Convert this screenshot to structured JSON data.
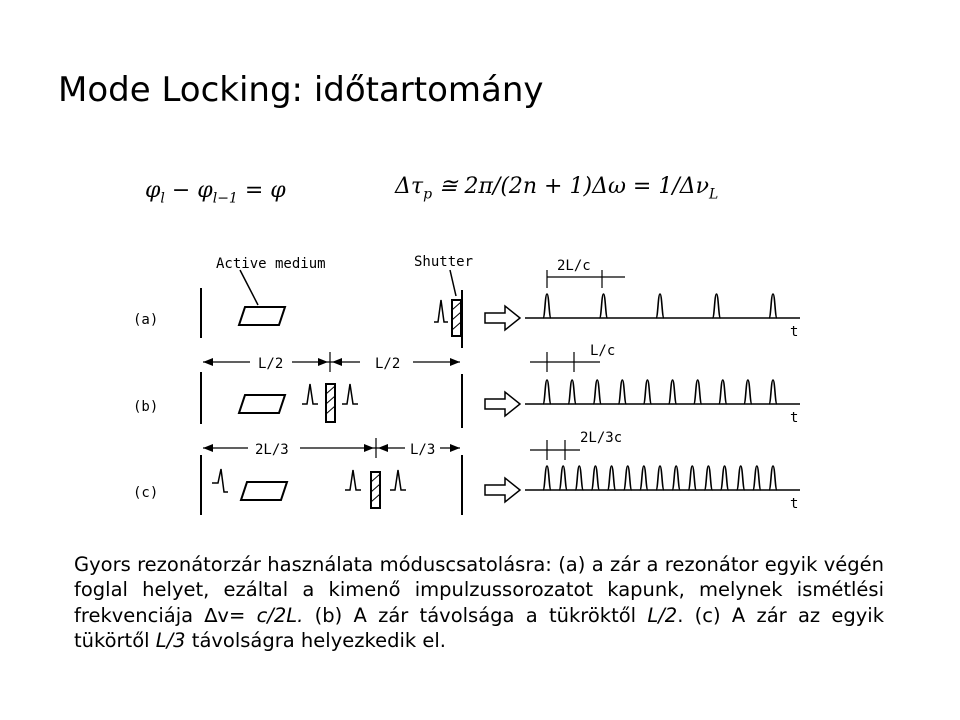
{
  "title": "Mode Locking: időtartomány",
  "formulas": {
    "phase": "φl − φl−1 = φ",
    "pulse_width": "Δτp ≅ 2π/(2n + 1)Δω = 1/ΔνL"
  },
  "diagram": {
    "active_medium": "Active medium",
    "shutter": "Shutter",
    "rows": [
      {
        "label": "(a)",
        "spacing_label": "2L/c",
        "axis": "t",
        "pulses": 5
      },
      {
        "label": "(b)",
        "spacing_label": "L/c",
        "axis": "t",
        "pulses": 10,
        "dist_left": "L/2",
        "dist_right": "L/2"
      },
      {
        "label": "(c)",
        "spacing_label": "2L/3c",
        "axis": "t",
        "pulses": 15,
        "dist_left": "2L/3",
        "dist_right": "L/3"
      }
    ]
  },
  "caption": {
    "p1": "Gyors rezonátorzár használata móduscsatolásra: (a) a zár a rezonátor egyik végén foglal helyet, ezáltal a kimenő impulzussorozatot kapunk, melynek ismétlési frekvenciája ",
    "delta": "∆",
    "p2": "v= ",
    "c2l": "c/2L.",
    "p3": " (b) A zár távolsága a tükröktől ",
    "l2": "L/2",
    "p4": ". (c) A zár az egyik tükörtől ",
    "l3": "L/3",
    "p5": " távolságra helyezkedik el."
  }
}
